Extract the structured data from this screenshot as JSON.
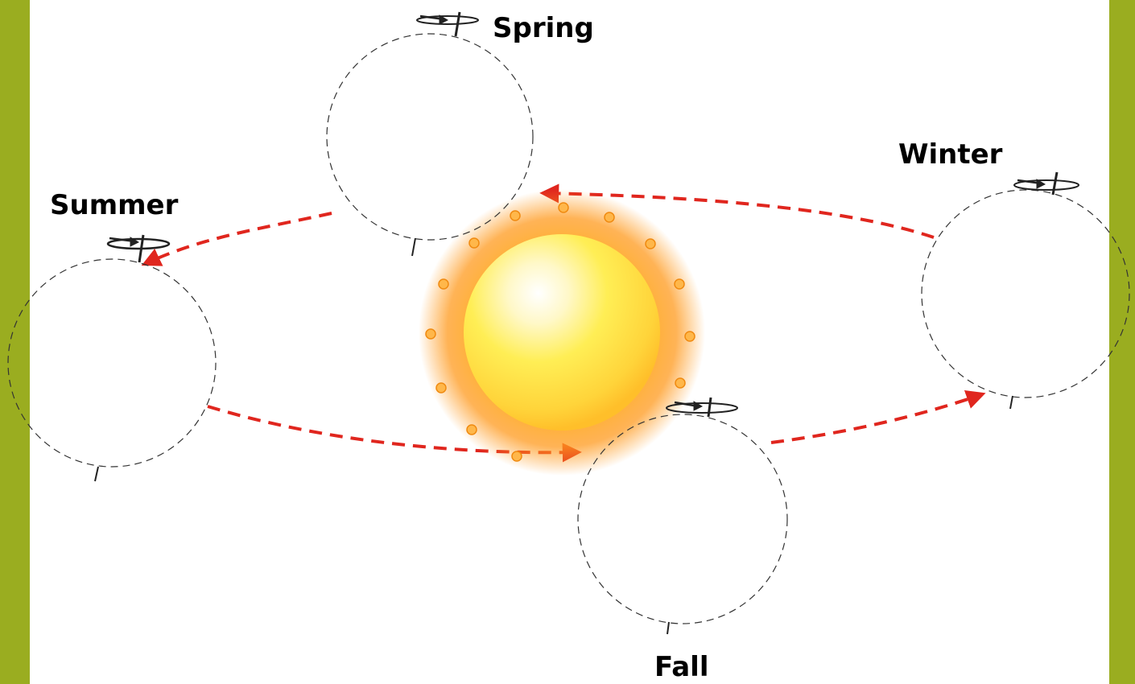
{
  "diagram": {
    "seasons": [
      {
        "id": "spring",
        "label": "Spring"
      },
      {
        "id": "summer",
        "label": "Summer"
      },
      {
        "id": "fall",
        "label": "Fall"
      },
      {
        "id": "winter",
        "label": "Winter"
      }
    ],
    "colors": {
      "background": "#9aad20",
      "panel": "#ffffff",
      "orbit_arrow": "#e0261e",
      "sun_core": "#ffe24a",
      "sun_glow": "#ff9a1e"
    }
  }
}
